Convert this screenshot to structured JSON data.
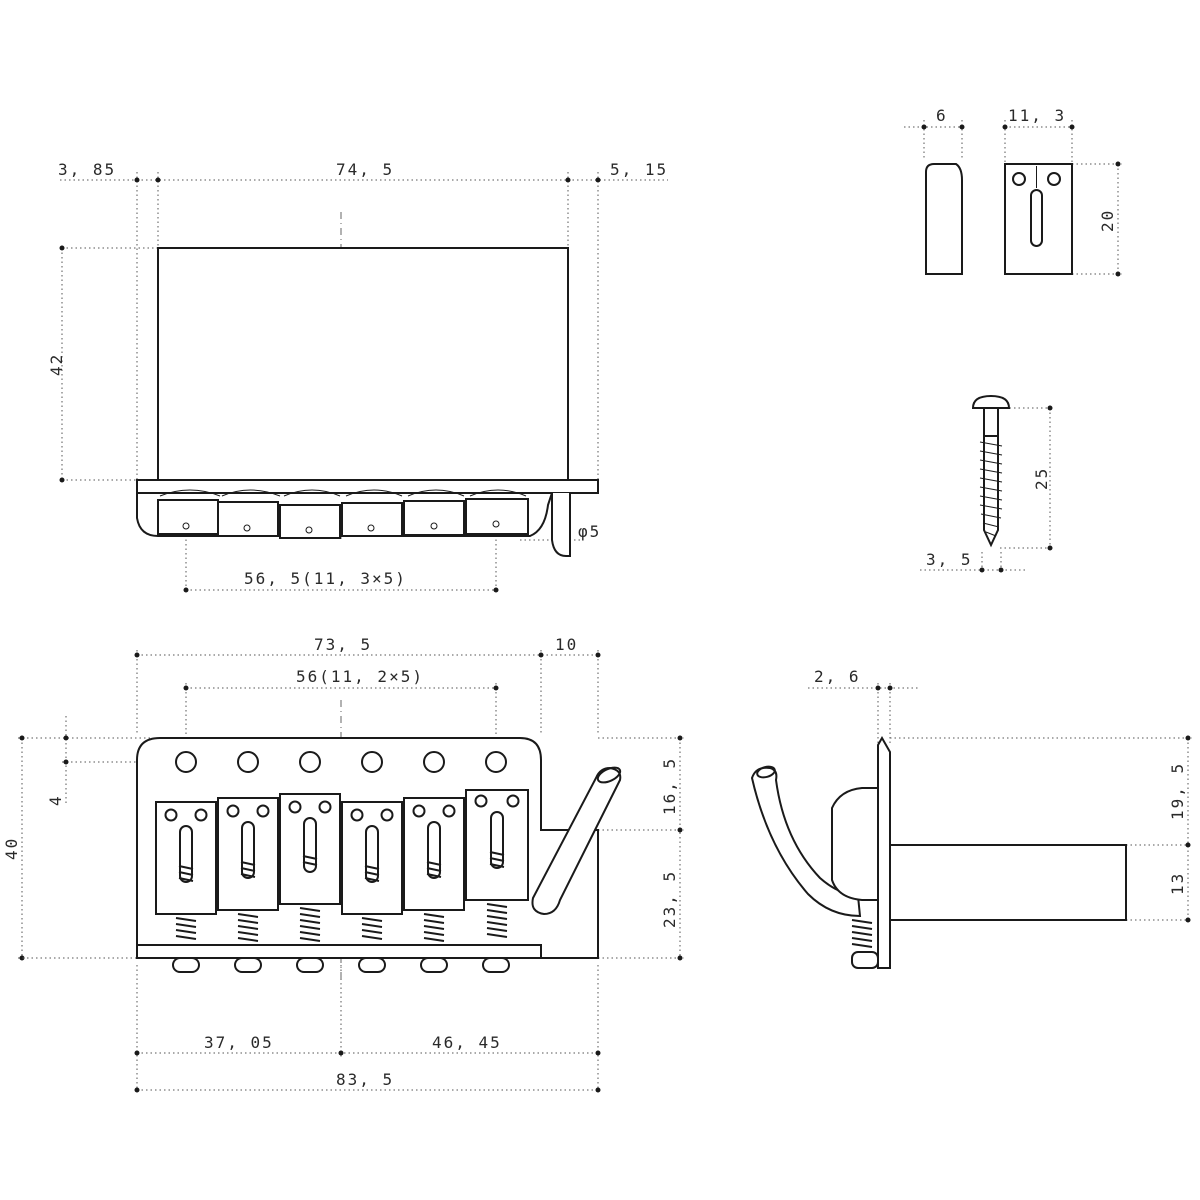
{
  "dimensions": {
    "top_left_offset": "3, 85",
    "top_plate_width": "74, 5",
    "top_right_offset": "5, 15",
    "top_plate_height": "42",
    "top_saddle_span": "56, 5(11, 3×5)",
    "arm_diameter": "φ5",
    "saddle_thickness": "6",
    "saddle_width": "11, 3",
    "saddle_length": "20",
    "screw_length": "25",
    "screw_diameter": "3, 5",
    "front_plate_width": "73, 5",
    "front_arm_offset": "10",
    "front_hole_span": "56(11, 2×5)",
    "front_edge_offset": "4",
    "front_height": "40",
    "front_upper_height": "16, 5",
    "front_lower_height": "23, 5",
    "front_left_to_center": "37, 05",
    "front_center_to_right": "46, 45",
    "front_total_width": "83, 5",
    "side_plate_thickness": "2, 6",
    "side_upper_height": "19, 5",
    "side_block_height": "13"
  },
  "colors": {
    "line": "#1a1a1a",
    "dimension": "#555555",
    "background": "#ffffff"
  },
  "icons": {
    "saddle": "saddle-icon",
    "screw": "mounting-screw-icon",
    "spring": "intonation-spring-icon",
    "arm": "tremolo-arm-icon"
  }
}
